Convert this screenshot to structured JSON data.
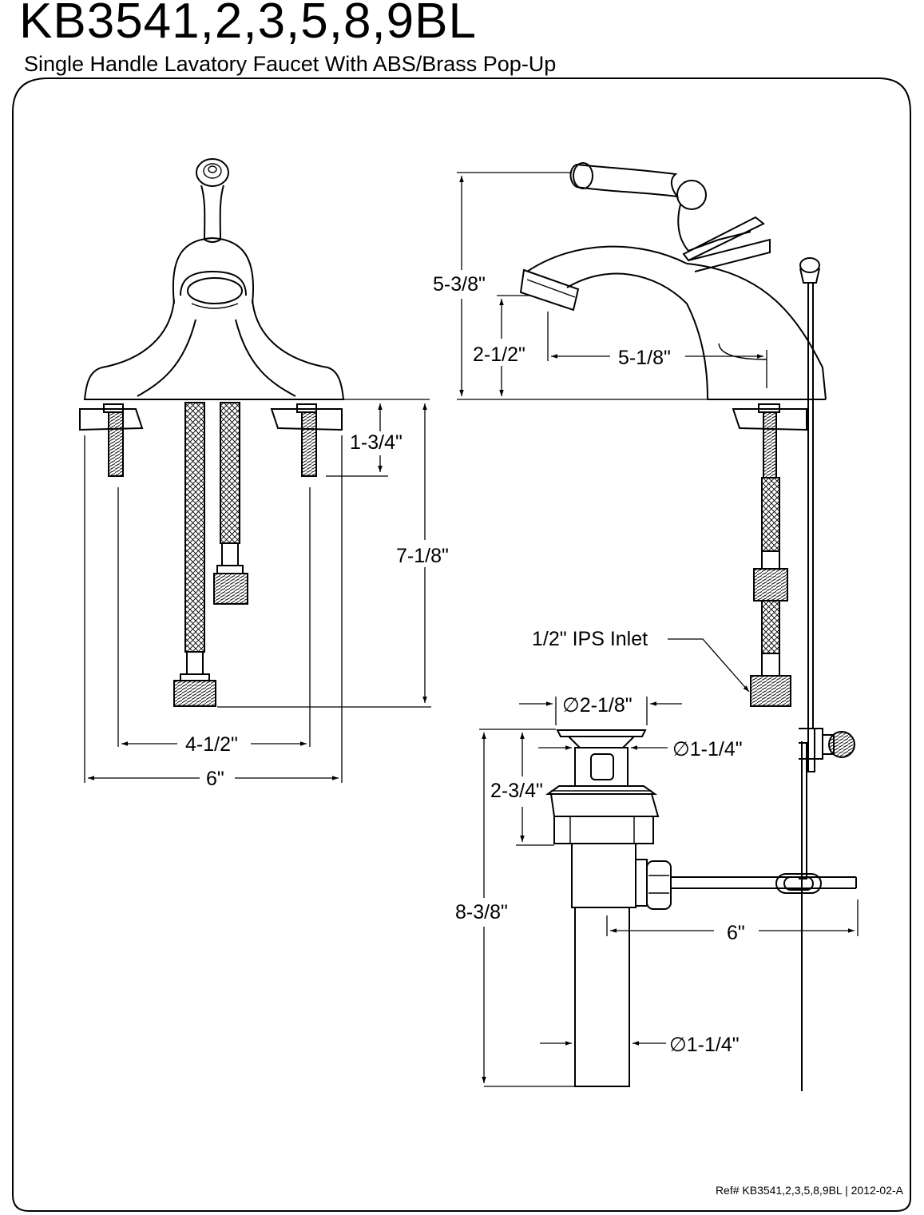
{
  "header": {
    "title": "KB3541,2,3,5,8,9BL",
    "subtitle": "Single Handle Lavatory Faucet With ABS/Brass Pop-Up"
  },
  "dimensions": {
    "front_base_height": "1-3/4\"",
    "front_total_height": "7-1/8\"",
    "front_inner_width": "4-1/2\"",
    "front_outer_width": "6\"",
    "side_total_height": "5-3/8\"",
    "side_spout_height": "2-1/2\"",
    "side_spout_reach": "5-1/8\"",
    "inlet_label": "1/2\" IPS Inlet",
    "drain_flange_dia": "∅2-1/8\"",
    "drain_body_dia": "∅1-1/4\"",
    "drain_upper_height": "2-3/4\"",
    "drain_total_height": "8-3/8\"",
    "drain_rod_length": "6\"",
    "drain_tail_dia": "∅1-1/4\""
  },
  "footer": {
    "ref": "Ref# KB3541,2,3,5,8,9BL | 2012-02-A"
  }
}
